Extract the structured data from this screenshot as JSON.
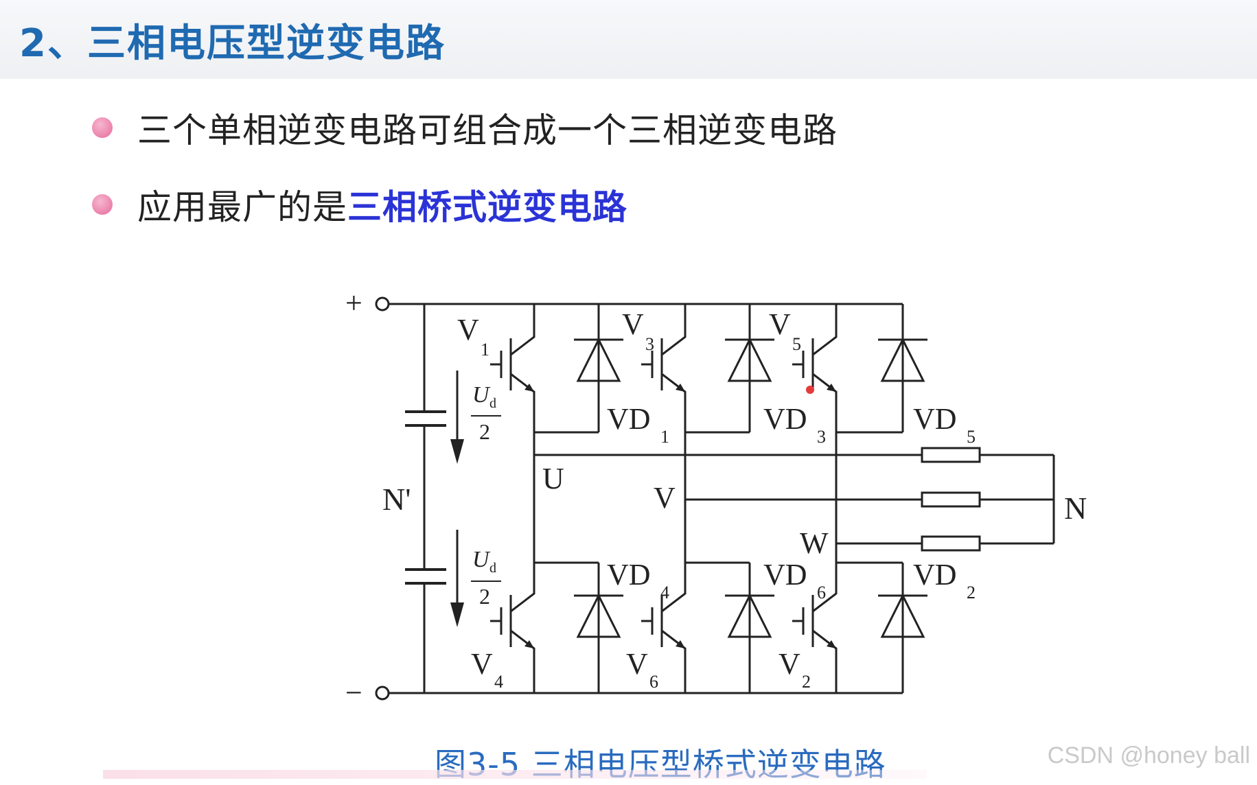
{
  "slide": {
    "title": "2、三相电压型逆变电路",
    "bullets": [
      {
        "text": "三个单相逆变电路可组合成一个三相逆变电路",
        "highlight": ""
      },
      {
        "text": "应用最广的是",
        "highlight": "三相桥式逆变电路"
      }
    ],
    "caption": "图3-5  三相电压型桥式逆变电路",
    "watermark": "CSDN @honey ball"
  },
  "diagram": {
    "plus": "+",
    "minus": "−",
    "node_n_prime": "N'",
    "node_n": "N",
    "half_voltage": {
      "num": "U",
      "sub": "d",
      "den": "2"
    },
    "phases": [
      "U",
      "V",
      "W"
    ],
    "switches": [
      {
        "main": "V",
        "sub": "1"
      },
      {
        "main": "V",
        "sub": "3"
      },
      {
        "main": "V",
        "sub": "5"
      },
      {
        "main": "V",
        "sub": "4"
      },
      {
        "main": "V",
        "sub": "6"
      },
      {
        "main": "V",
        "sub": "2"
      }
    ],
    "diodes": [
      {
        "main": "VD",
        "sub": "1"
      },
      {
        "main": "VD",
        "sub": "3"
      },
      {
        "main": "VD",
        "sub": "5"
      },
      {
        "main": "VD",
        "sub": "4"
      },
      {
        "main": "VD",
        "sub": "6"
      },
      {
        "main": "VD",
        "sub": "2"
      }
    ]
  },
  "colors": {
    "title": "#1f6ab1",
    "highlight": "#2b33d6",
    "caption": "#2a6bbf",
    "bullet": "#e56b9c",
    "watermark": "#c9c9c9"
  }
}
